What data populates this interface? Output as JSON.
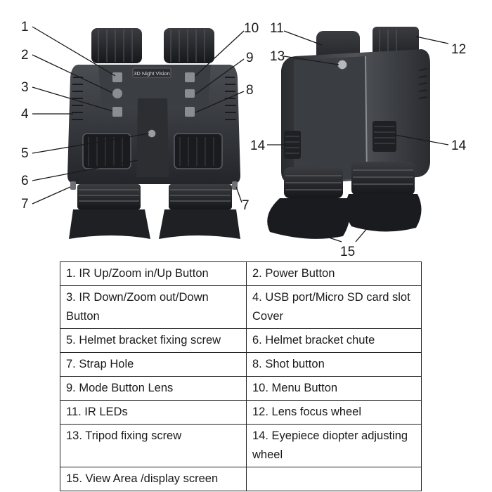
{
  "callouts": {
    "c1": "1",
    "c2": "2",
    "c3": "3",
    "c4": "4",
    "c5": "5",
    "c6": "6",
    "c7a": "7",
    "c7b": "7",
    "c8": "8",
    "c9": "9",
    "c10": "10",
    "c11": "11",
    "c12": "12",
    "c13": "13",
    "c14a": "14",
    "c14b": "14",
    "c15": "15"
  },
  "device_label": "3D Night Vision",
  "table": {
    "rows": [
      [
        "1. IR Up/Zoom in/Up Button",
        "2. Power Button"
      ],
      [
        "3. IR Down/Zoom out/Down Button",
        "4. USB port/Micro SD card slot Cover"
      ],
      [
        "5. Helmet bracket fixing screw",
        "6. Helmet bracket chute"
      ],
      [
        "7. Strap Hole",
        "8. Shot button"
      ],
      [
        "9. Mode Button Lens",
        "10. Menu Button"
      ],
      [
        "11. IR LEDs",
        "12. Lens focus wheel"
      ],
      [
        "13. Tripod fixing screw",
        "14. Eyepiece diopter adjusting wheel"
      ],
      [
        "15. View Area /display screen",
        ""
      ]
    ]
  }
}
